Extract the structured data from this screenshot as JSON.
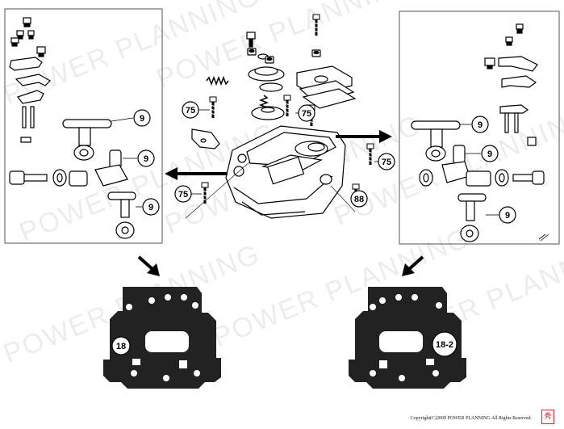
{
  "watermark": "POWER PLANNING",
  "copyright": "Copyright(C)2009 POWER PLANNING All Rights Reserved.",
  "seal": "秀",
  "callouts": {
    "left_t_fitting": "9",
    "left_elbow": "9",
    "left_lower_fitting": "9",
    "right_t_fitting": "9",
    "right_elbow": "9",
    "right_lower_fitting": "9",
    "center_upper_screw": "75",
    "center_right_screw": "75",
    "center_lower_screw": "75",
    "center_bolt_88": "88",
    "gasket_left": "18",
    "gasket_right": "18-2"
  },
  "icons": {
    "direction_arrow_right": "arrow-right-icon",
    "direction_arrow_left": "arrow-left-icon",
    "pointer_arrow_left_gasket": "arrow-down-right-icon",
    "pointer_arrow_right_gasket": "arrow-down-left-icon"
  }
}
